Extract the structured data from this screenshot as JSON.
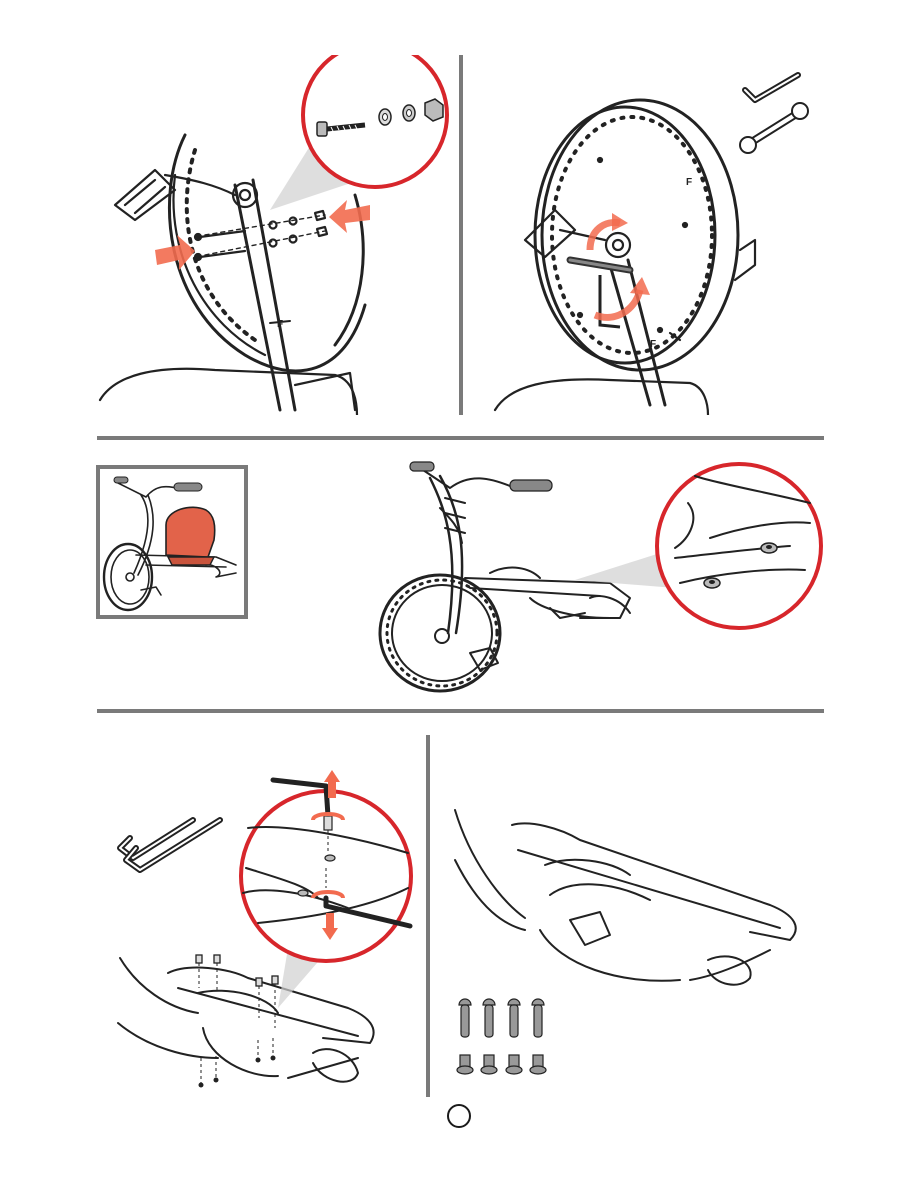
{
  "page": {
    "number": "",
    "colors": {
      "outline": "#222222",
      "callout_red": "#d7262b",
      "arrow_orange": "#f26b4f",
      "highlight_seat": "#e2634a",
      "divider_gray": "#7a7a7a",
      "shadow_gray": "#d0d0d0"
    }
  },
  "steps": [
    {
      "id": "step-attach-pedal-crank",
      "icons": [
        "bolt-icon",
        "flat-washer-icon",
        "lock-washer-icon",
        "nut-icon"
      ],
      "callout": "hardware-zoom",
      "arrows": 2
    },
    {
      "id": "step-tighten-bolts",
      "tools": [
        "allen-wrench-icon",
        "open-end-wrench-icon"
      ],
      "labels": [
        "F",
        "F"
      ]
    },
    {
      "id": "step-remove-seat",
      "inset": "trike-with-seat-highlighted",
      "callout": "seat-mount-holes-zoom"
    },
    {
      "id": "step-remove-bolts",
      "tools": [
        "allen-wrench-icon",
        "allen-wrench-icon"
      ],
      "callout": "bolt-removal-zoom"
    },
    {
      "id": "step-keep-hardware",
      "hardware": {
        "bolts": 4,
        "nuts": 4
      }
    }
  ],
  "wheel_labels": {
    "front_mark_1": "F",
    "front_mark_2": "F",
    "front_mark_3": "F",
    "front_mark_4": "F"
  }
}
